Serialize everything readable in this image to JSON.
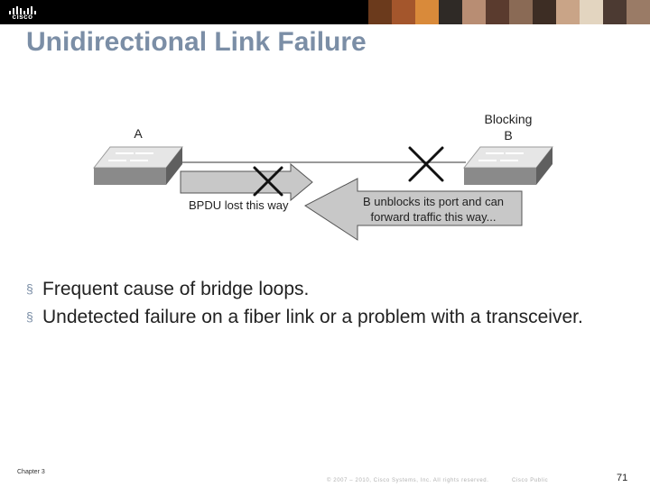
{
  "header": {
    "logo_text": "cisco",
    "logo_icon": "cisco-logo-icon",
    "photo_colors": [
      "#6b3a1c",
      "#a4562c",
      "#d98a3a",
      "#2f2a26",
      "#b88d73",
      "#5a3b2e",
      "#8a6a55",
      "#3d2d24",
      "#c9a487",
      "#e3d5c0",
      "#4c3a32",
      "#9a7b66"
    ]
  },
  "title": "Unidirectional Link Failure",
  "diagram": {
    "switch_a_label": "A",
    "switch_b_status": "Blocking",
    "switch_b_label": "B",
    "bpdu_arrow_text": "BPDU lost this way",
    "unblock_arrow_text_line1": "B unblocks its port and can",
    "unblock_arrow_text_line2": "forward traffic this way...",
    "icons": [
      "switch-icon",
      "x-mark-icon"
    ]
  },
  "bullets": [
    {
      "marker": "§",
      "text": "Frequent cause of bridge loops."
    },
    {
      "marker": "§",
      "text": "Undetected failure on a fiber link or a problem with a transceiver."
    }
  ],
  "footer": {
    "chapter": "Chapter 3",
    "copyright": "© 2007 – 2010, Cisco Systems, Inc. All rights reserved.",
    "classification": "Cisco Public",
    "page_number": "71"
  },
  "colors": {
    "title": "#7b8ea6",
    "topbar": "#000000",
    "arrow_fill": "#c8c8c8",
    "switch_front": "#8a8a8a",
    "switch_top": "#e6e6e6"
  }
}
